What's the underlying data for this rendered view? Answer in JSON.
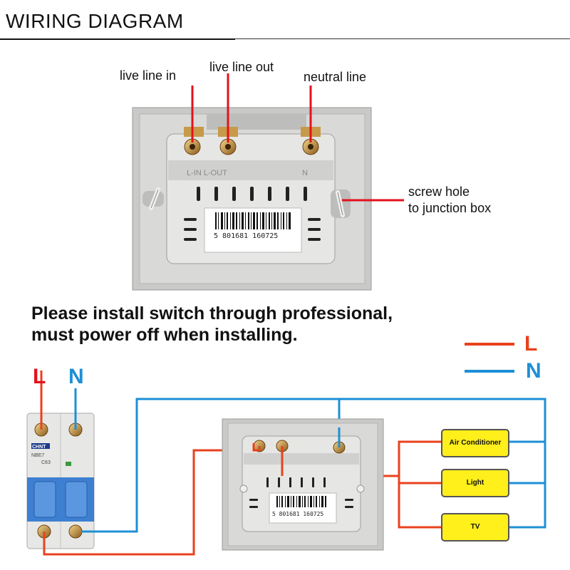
{
  "header": {
    "title": "WIRING DIAGRAM"
  },
  "top_labels": {
    "live_in": "live line in",
    "live_out": "live line out",
    "neutral": "neutral line",
    "screw_1": "screw hole",
    "screw_2": "to junction box"
  },
  "warning": {
    "line1": "Please install switch through professional,",
    "line2": "must power off when installing."
  },
  "legend": {
    "live": "L",
    "neutral": "N"
  },
  "breaker": {
    "live": "L",
    "neutral": "N",
    "brand": "CHNT",
    "model": "NBE7",
    "rating": "C63"
  },
  "switch": {
    "barcode_number": "5 801681 160725",
    "terminal_text": "L-IN   L-OUT",
    "neutral_text": "N"
  },
  "devices": {
    "ac": "Air Conditioner",
    "light": "Light",
    "tv": "TV"
  },
  "colors": {
    "live": "#e8421c",
    "neutral": "#1e8fd6",
    "device_fill": "#ffef1a",
    "plate": "#d6d6d4"
  }
}
